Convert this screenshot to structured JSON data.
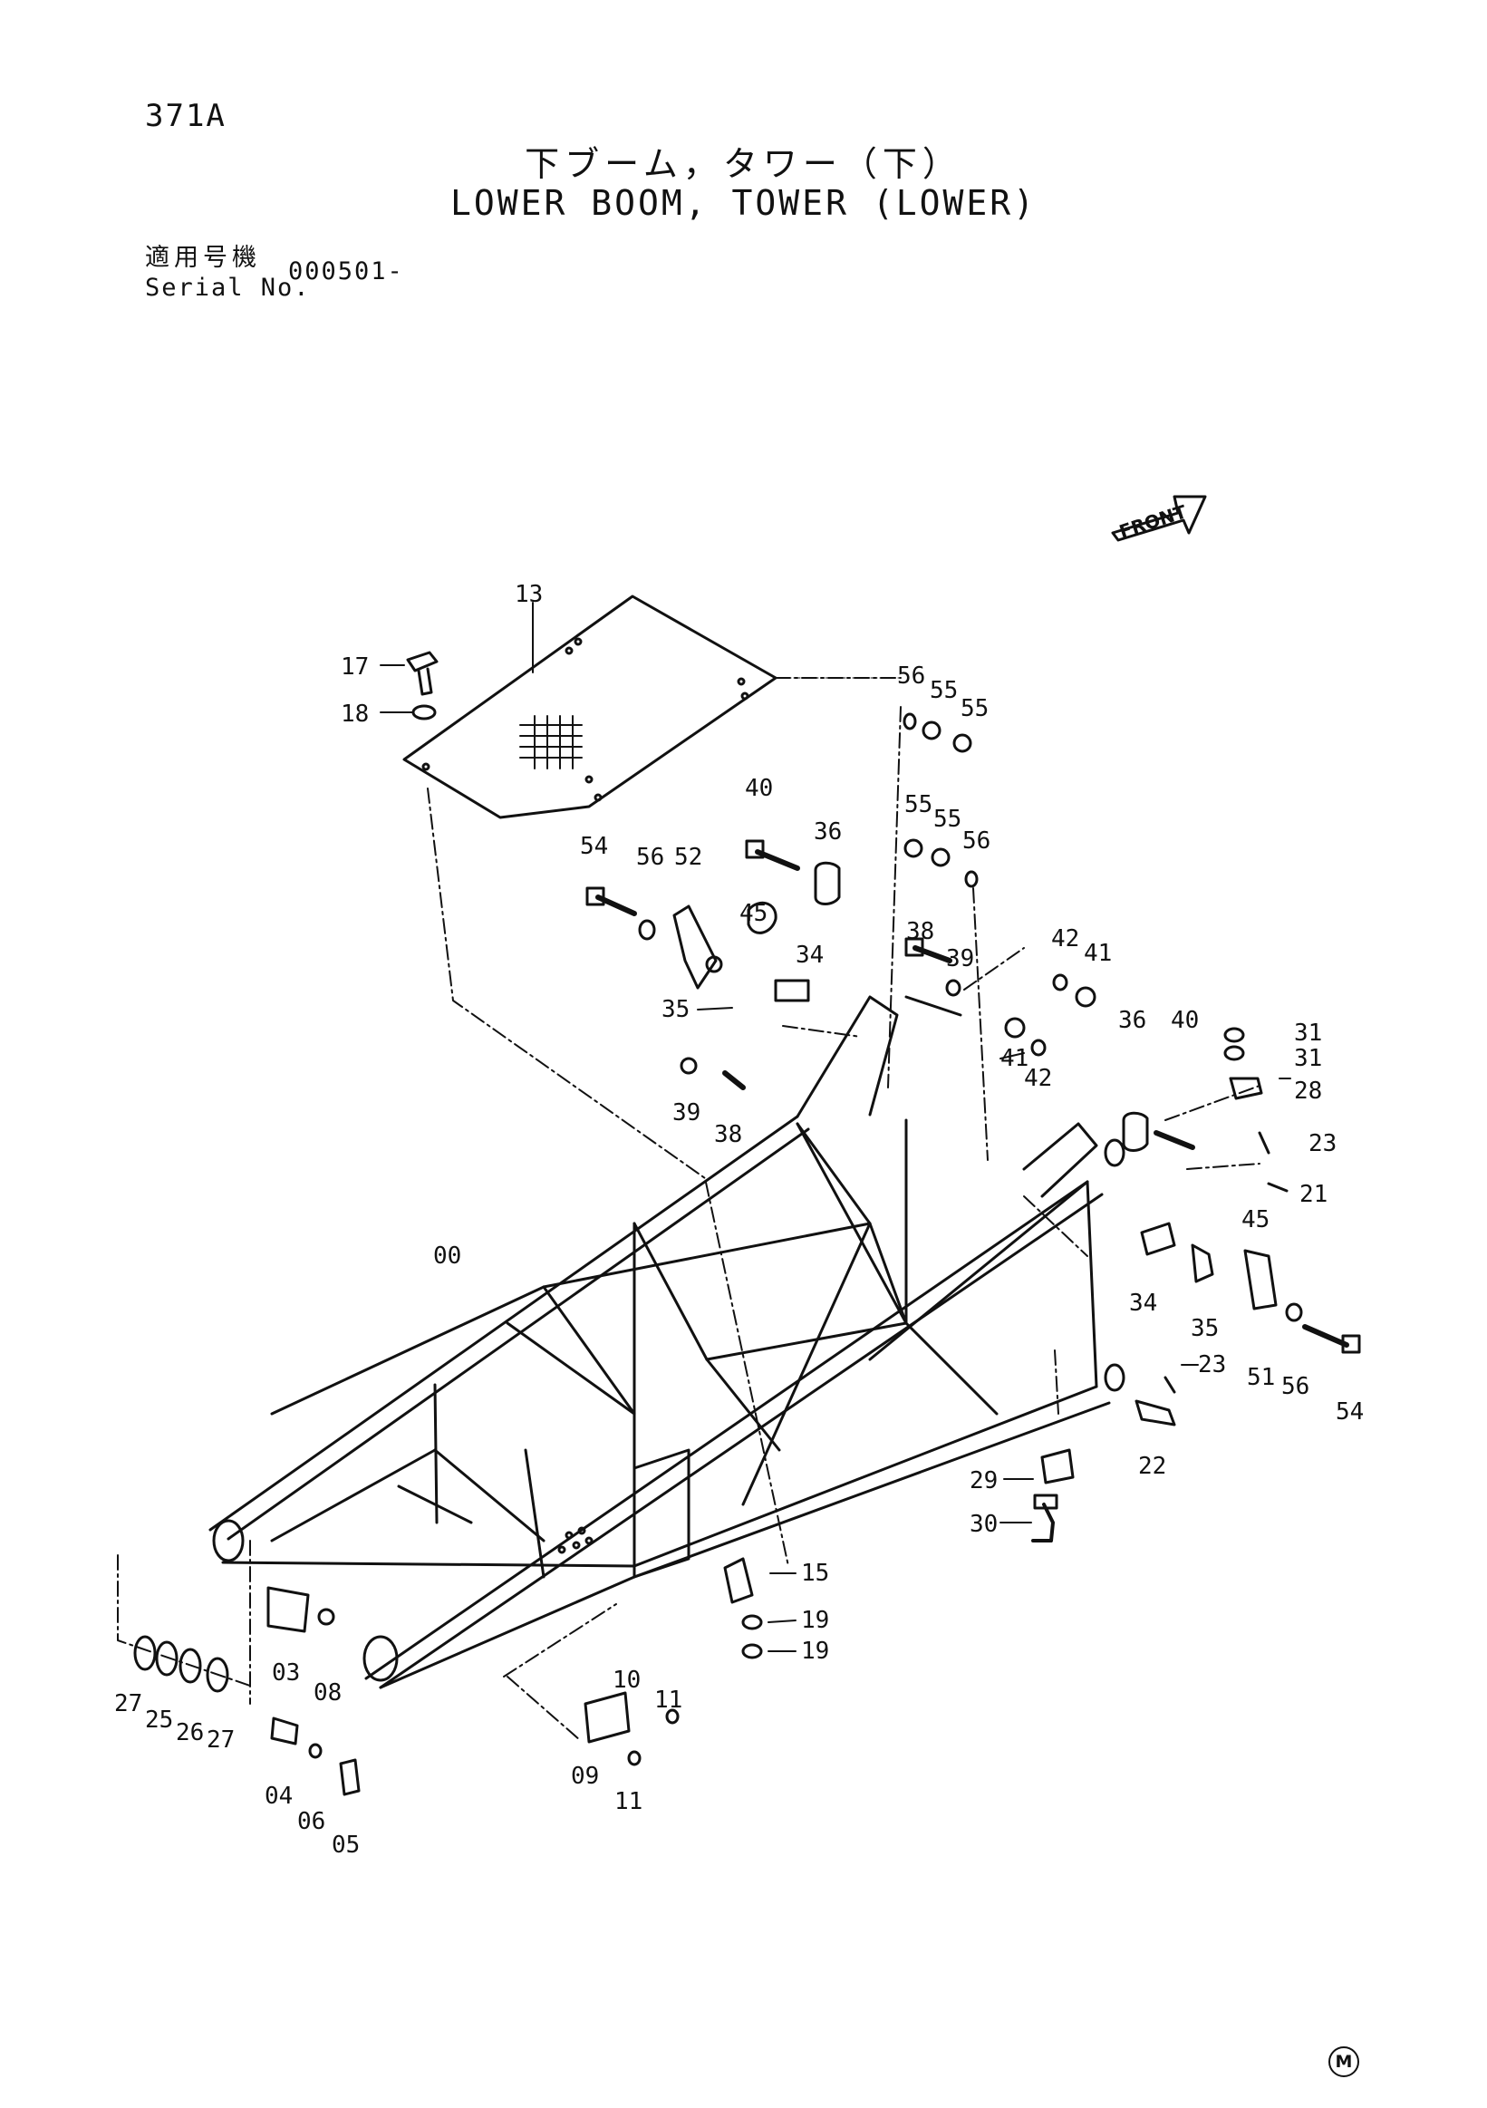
{
  "page_code": "371A",
  "title_jp": "下ブーム，タワー（下）",
  "title_en": "LOWER BOOM, TOWER (LOWER)",
  "serial": {
    "label_jp": "適用号機",
    "label_en": "Serial No.",
    "value": "000501-"
  },
  "front_label": "FRONT",
  "mark": "M",
  "callouts": [
    "13",
    "17",
    "18",
    "56",
    "55",
    "55",
    "40",
    "36",
    "55",
    "55",
    "56",
    "54",
    "56",
    "52",
    "45",
    "34",
    "35",
    "38",
    "39",
    "42",
    "41",
    "39",
    "38",
    "41",
    "42",
    "36",
    "40",
    "31",
    "31",
    "28",
    "23",
    "21",
    "45",
    "00",
    "34",
    "35",
    "51",
    "56",
    "54",
    "23",
    "22",
    "29",
    "30",
    "15",
    "19",
    "19",
    "10",
    "11",
    "09",
    "11",
    "27",
    "25",
    "26",
    "27",
    "03",
    "08",
    "04",
    "06",
    "05"
  ]
}
